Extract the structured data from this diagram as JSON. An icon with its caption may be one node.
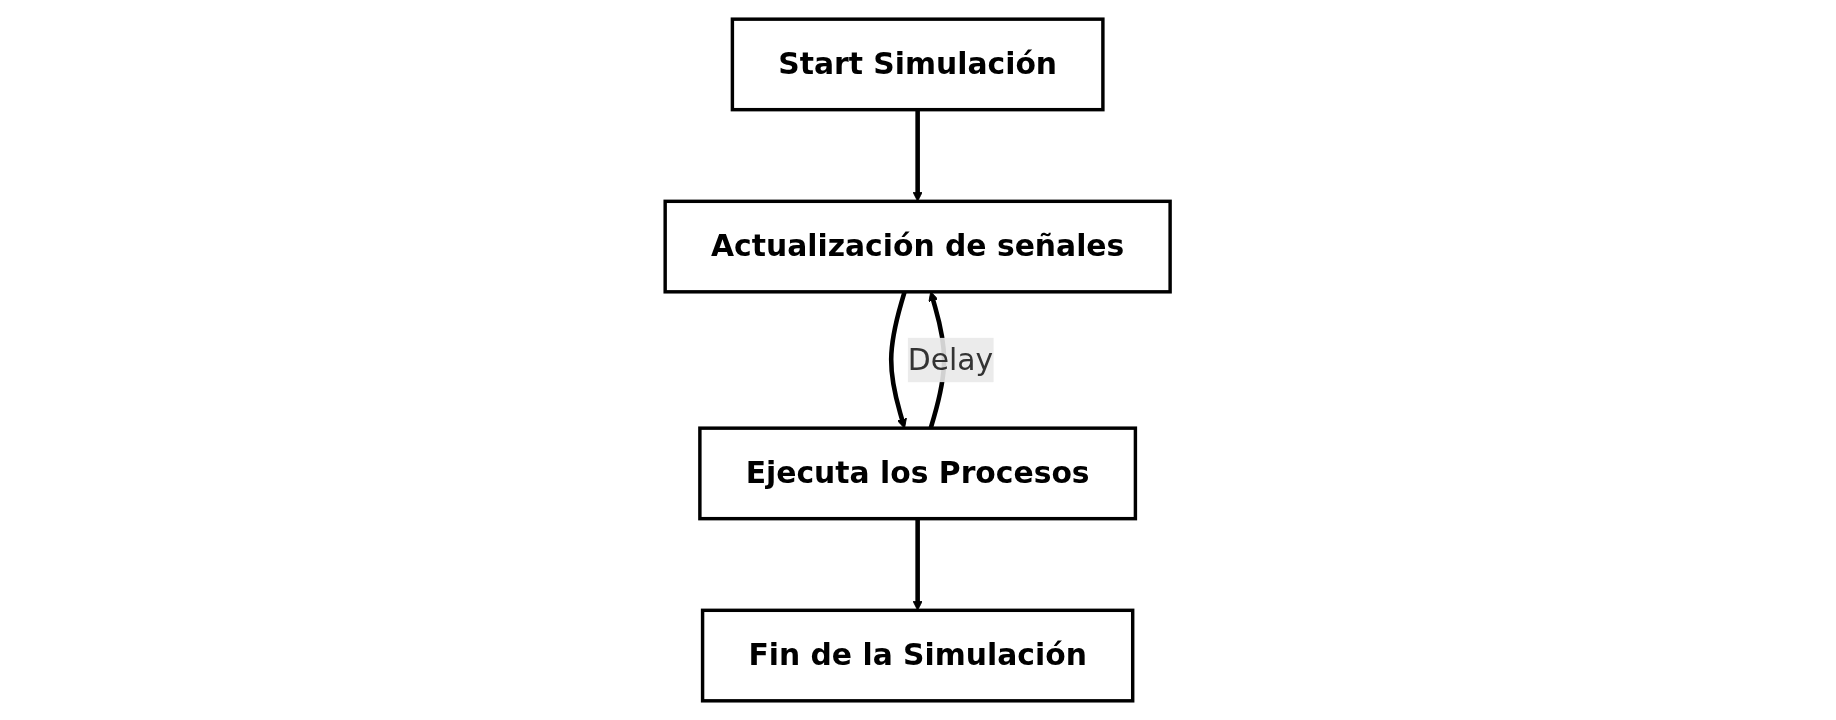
{
  "diagram": {
    "nodes": [
      {
        "text": [
          "Start Simulación"
        ]
      },
      {
        "text": [
          "Actualización de señales"
        ]
      },
      {
        "text": [
          "Ejecuta los Procesos"
        ]
      },
      {
        "text": [
          "Fin de la Simulación"
        ]
      }
    ],
    "edges": [
      {
        "from": 0,
        "to": 1,
        "arrow": "to"
      },
      {
        "from": 1,
        "to": 2,
        "arrow": "to"
      },
      {
        "from": 2,
        "to": 1,
        "arrow": "to",
        "label": "Delay"
      },
      {
        "from": 2,
        "to": 3,
        "arrow": "to"
      }
    ]
  }
}
